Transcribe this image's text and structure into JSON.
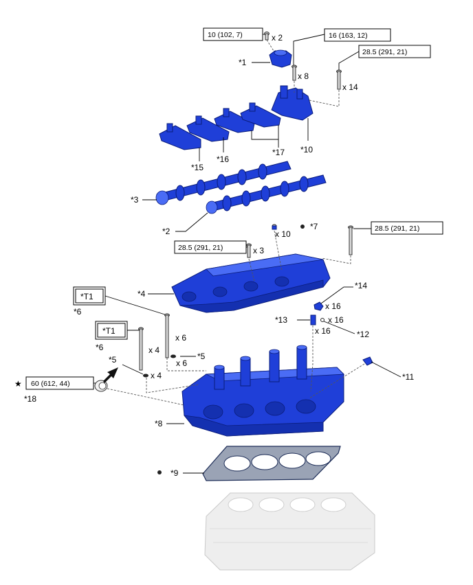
{
  "torque_specs": {
    "t1": "10 (102, 7)",
    "t2": "16 (163, 12)",
    "t3": "28.5 (291, 21)",
    "t4": "28.5 (291, 21)",
    "t5": "28.5 (291, 21)",
    "t6": "60 (612, 44)"
  },
  "special_tool": "*T1",
  "quantities": {
    "q_x2": "x 2",
    "q_x8": "x 8",
    "q_x14": "x 14",
    "q_x10": "x 10",
    "q_x3": "x 3",
    "q_x16a": "x 16",
    "q_x16b": "x 16",
    "q_x16c": "x 16",
    "q_x6a": "x 6",
    "q_x6b": "x 6",
    "q_x4a": "x 4",
    "q_x4b": "x 4"
  },
  "callouts": {
    "c1": "*1",
    "c2": "*2",
    "c3": "*3",
    "c4": "*4",
    "c5a": "*5",
    "c5b": "*5",
    "c6a": "*6",
    "c6b": "*6",
    "c7": "*7",
    "c8": "*8",
    "c9": "*9",
    "c10": "*10",
    "c11": "*11",
    "c12": "*12",
    "c13": "*13",
    "c14": "*14",
    "c15": "*15",
    "c16": "*16",
    "c17": "*17",
    "c18": "*18"
  },
  "symbols": {
    "star": "★",
    "dot": "●"
  },
  "colors": {
    "part_blue": "#1f3fd8",
    "engine_block_gray": "#eeeeee"
  }
}
